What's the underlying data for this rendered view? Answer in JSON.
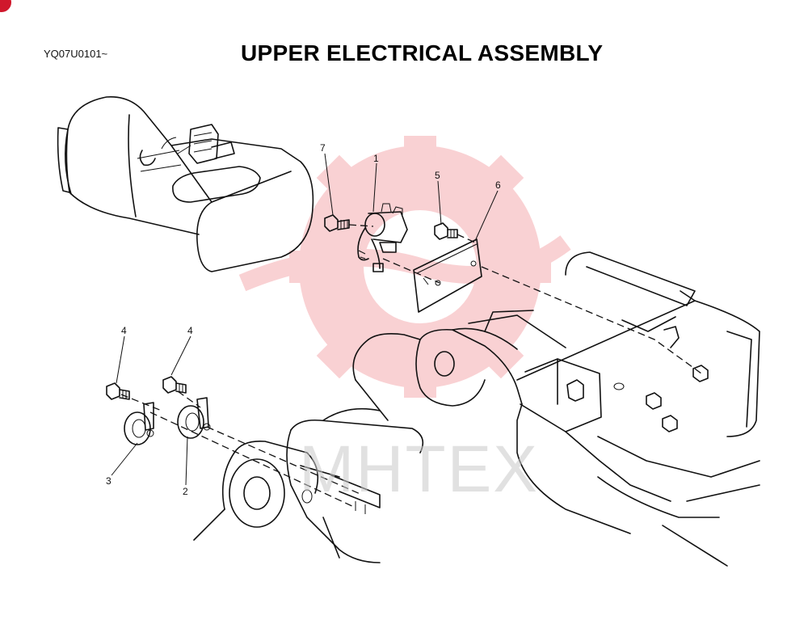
{
  "document": {
    "code": "YQ07U0101~",
    "title": "UPPER ELECTRICAL ASSEMBLY"
  },
  "callouts": [
    "1",
    "2",
    "3",
    "4",
    "4",
    "5",
    "6",
    "7"
  ],
  "watermark": {
    "text": "MHTEX",
    "gear_color": "#e8323c"
  },
  "corner_mark_color": "#d0182c"
}
